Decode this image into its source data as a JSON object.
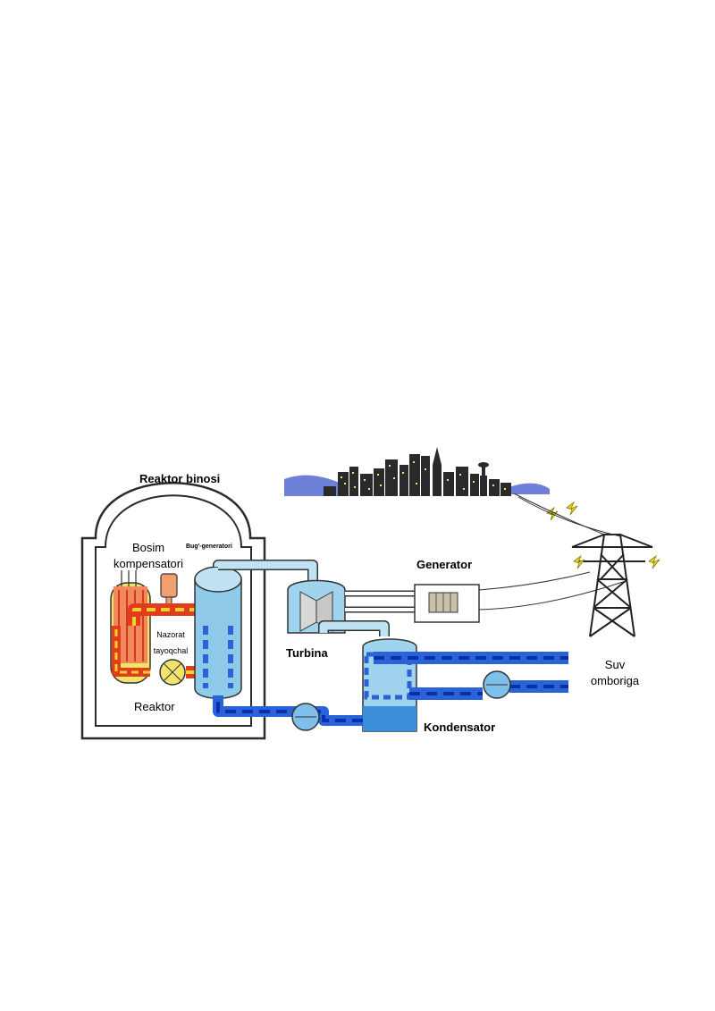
{
  "labels": {
    "reactor_building": "Reaktor  binosi",
    "pressure_compensator": "Bosim kompensatori",
    "steam_generator": "Bug'-generatori",
    "generator": "Generator",
    "control_rods": "Nazorat tayoqchal",
    "turbine": "Turbina",
    "water_to_reservoir": "Suv omboriga",
    "reactor": "Reaktor",
    "condenser": "Kondensator"
  },
  "colors": {
    "hot_loop": "#e23b1e",
    "hot_dash": "#f2d32a",
    "cold_loop": "#2a62d8",
    "cold_dash": "#0b2fa8",
    "water": "#9fd3ee",
    "outline": "#2b2b2b"
  }
}
